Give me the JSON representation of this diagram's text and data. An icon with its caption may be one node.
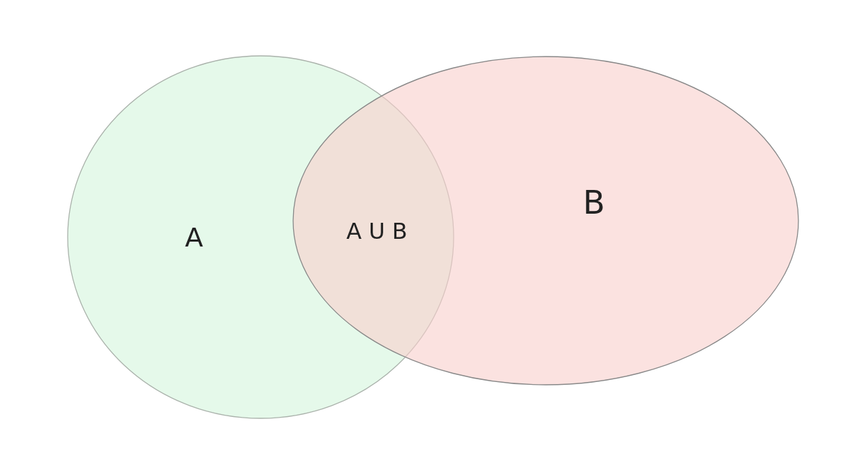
{
  "diagram": {
    "nodes": [
      {
        "text": [
          "A"
        ]
      },
      {
        "text": [
          "B"
        ]
      }
    ],
    "labels": [
      "A U B"
    ]
  }
}
